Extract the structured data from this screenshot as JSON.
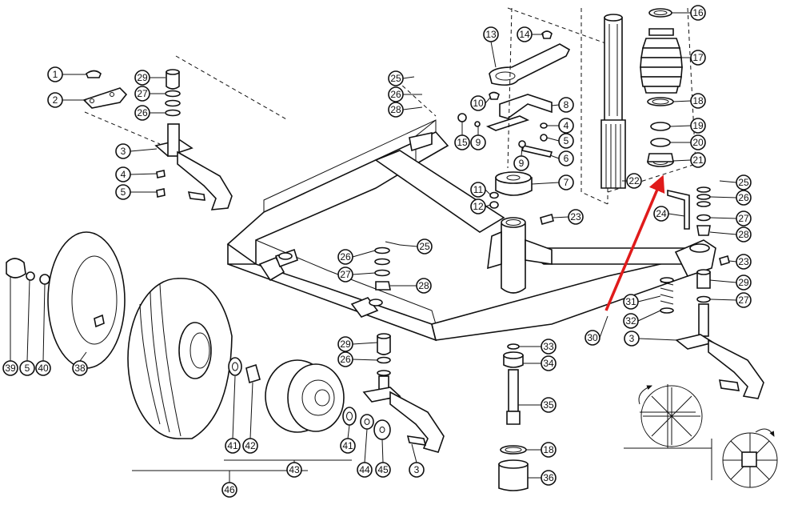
{
  "diagram": {
    "highlight_color": "#9fbf45",
    "arrow_color": "#e01b1b",
    "labels": {
      "p1": "1",
      "p2": "2",
      "p3a": "3",
      "p4a": "4",
      "p5a": "5",
      "p29a": "29",
      "p27a": "27",
      "p26a": "26",
      "p25a": "25",
      "p26b": "26",
      "p28a": "28",
      "p13": "13",
      "p14": "14",
      "p10": "10",
      "p8": "8",
      "p4b": "4",
      "p5b": "5",
      "p15": "15",
      "p9a": "9",
      "p9b": "9",
      "p6": "6",
      "p7": "7",
      "p11": "11",
      "p12": "12",
      "p23a": "23",
      "p16": "16",
      "p17": "17",
      "p18a": "18",
      "p19": "19",
      "p20": "20",
      "p21": "21",
      "p22": "22",
      "p25c": "25",
      "p26c": "26",
      "p24": "24",
      "p27c": "27",
      "p28c": "28",
      "p23c": "23",
      "p29c": "29",
      "p27d": "27",
      "p31": "31",
      "p32": "32",
      "p30": "30",
      "p3c": "3",
      "p25b": "25",
      "p26d": "26",
      "p27b": "27",
      "p28b": "28",
      "p29b": "29",
      "p26e": "26",
      "p39": "39",
      "p5c": "5",
      "p40": "40",
      "p38": "38",
      "p41a": "41",
      "p42": "42",
      "p43": "43",
      "p41b": "41",
      "p44": "44",
      "p45": "45",
      "p3b": "3",
      "p46": "46",
      "p33": "33",
      "p34": "34",
      "p35": "35",
      "p18b": "18",
      "p36": "36"
    }
  }
}
